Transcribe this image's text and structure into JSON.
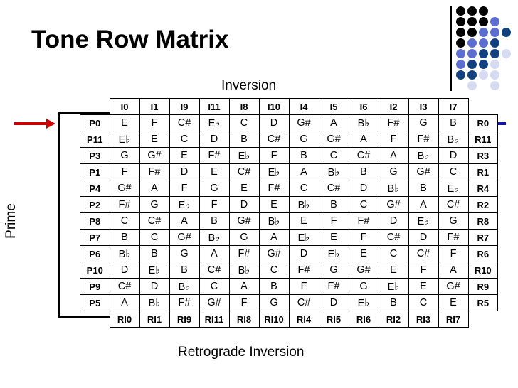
{
  "page_title": "Tone Row Matrix",
  "captions": {
    "top": "Inversion",
    "bottom": "Retrograde Inversion",
    "left": "Prime",
    "right": "Retrograde"
  },
  "colors": {
    "prime_arrow": "#CC0000",
    "retrograde_arrow": "#1818B0",
    "grid_line": "#000000",
    "motif_black": "#000000",
    "motif_blue_mid": "#5C6FD0",
    "motif_blue_dark": "#11427F",
    "motif_blue_pale": "#D6DAF2"
  },
  "matrix": {
    "column_headers_top": [
      "I0",
      "I1",
      "I9",
      "I11",
      "I8",
      "I10",
      "I4",
      "I5",
      "I6",
      "I2",
      "I3",
      "I7"
    ],
    "column_headers_bottom": [
      "RI0",
      "RI1",
      "RI9",
      "RI11",
      "RI8",
      "RI10",
      "RI4",
      "RI5",
      "RI6",
      "RI2",
      "RI3",
      "RI7"
    ],
    "row_labels_left": [
      "P0",
      "P11",
      "P3",
      "P1",
      "P4",
      "P2",
      "P8",
      "P7",
      "P6",
      "P10",
      "P9",
      "P5"
    ],
    "row_labels_right": [
      "R0",
      "R11",
      "R3",
      "R1",
      "R4",
      "R2",
      "R8",
      "R7",
      "R6",
      "R10",
      "R9",
      "R5"
    ],
    "rows": [
      [
        "E",
        "F",
        "C#",
        "E♭",
        "C",
        "D",
        "G#",
        "A",
        "B♭",
        "F#",
        "G",
        "B"
      ],
      [
        "E♭",
        "E",
        "C",
        "D",
        "B",
        "C#",
        "G",
        "G#",
        "A",
        "F",
        "F#",
        "B♭"
      ],
      [
        "G",
        "G#",
        "E",
        "F#",
        "E♭",
        "F",
        "B",
        "C",
        "C#",
        "A",
        "B♭",
        "D"
      ],
      [
        "F",
        "F#",
        "D",
        "E",
        "C#",
        "E♭",
        "A",
        "B♭",
        "B",
        "G",
        "G#",
        "C"
      ],
      [
        "G#",
        "A",
        "F",
        "G",
        "E",
        "F#",
        "C",
        "C#",
        "D",
        "B♭",
        "B",
        "E♭"
      ],
      [
        "F#",
        "G",
        "E♭",
        "F",
        "D",
        "E",
        "B♭",
        "B",
        "C",
        "G#",
        "A",
        "C#"
      ],
      [
        "C",
        "C#",
        "A",
        "B",
        "G#",
        "B♭",
        "E",
        "F",
        "F#",
        "D",
        "E♭",
        "G"
      ],
      [
        "B",
        "C",
        "G#",
        "B♭",
        "G",
        "A",
        "E♭",
        "E",
        "F",
        "C#",
        "D",
        "F#"
      ],
      [
        "B♭",
        "B",
        "G",
        "A",
        "F#",
        "G#",
        "D",
        "E♭",
        "E",
        "C",
        "C#",
        "F"
      ],
      [
        "D",
        "E♭",
        "B",
        "C#",
        "B♭",
        "C",
        "F#",
        "G",
        "G#",
        "E",
        "F",
        "A"
      ],
      [
        "C#",
        "D",
        "B♭",
        "C",
        "A",
        "B",
        "F",
        "F#",
        "G",
        "E♭",
        "E",
        "G#"
      ],
      [
        "A",
        "B♭",
        "F#",
        "G#",
        "F",
        "G",
        "C#",
        "D",
        "E♭",
        "B",
        "C",
        "E"
      ]
    ]
  },
  "dot_motif": {
    "rows": [
      [
        "black",
        "black",
        "black",
        null,
        null
      ],
      [
        "black",
        "black",
        "black",
        "blue_mid",
        null
      ],
      [
        "black",
        "black",
        "blue_mid",
        "blue_mid",
        "blue_dark"
      ],
      [
        "black",
        "blue_mid",
        "blue_mid",
        "blue_dark",
        null
      ],
      [
        "blue_mid",
        "blue_mid",
        "blue_dark",
        "blue_dark",
        "blue_pale"
      ],
      [
        "blue_mid",
        "blue_dark",
        "blue_dark",
        "blue_pale",
        null
      ],
      [
        "blue_dark",
        "blue_dark",
        "blue_pale",
        "blue_pale",
        null
      ],
      [
        null,
        "blue_pale",
        null,
        "blue_pale",
        null
      ]
    ]
  }
}
